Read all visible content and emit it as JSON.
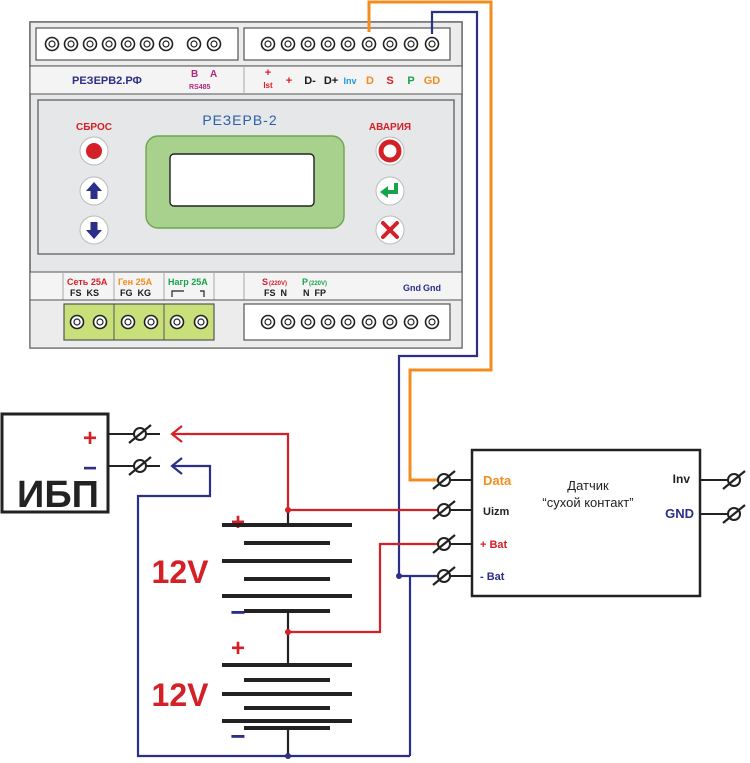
{
  "device": {
    "site": "РЕЗЕРВ2.РФ",
    "name": "РЕЗЕРВ-2",
    "rs485": {
      "b": "B",
      "a": "A",
      "label": "RS485"
    },
    "top_terminals": [
      {
        "line1": "+",
        "line2": "Ist",
        "color": "#d42027"
      },
      {
        "line1": "+",
        "line2": "",
        "color": "#d42027"
      },
      {
        "line1": "D-",
        "line2": "",
        "color": "#1a1a1a"
      },
      {
        "line1": "D+",
        "line2": "",
        "color": "#1a1a1a"
      },
      {
        "line1": "Inv",
        "line2": "",
        "color": "#1e9ad6"
      },
      {
        "line1": "D",
        "line2": "",
        "color": "#f28c1c"
      },
      {
        "line1": "S",
        "line2": "",
        "color": "#d42027"
      },
      {
        "line1": "P",
        "line2": "",
        "color": "#17a34a"
      },
      {
        "line1": "GD",
        "line2": "",
        "color": "#f28c1c"
      }
    ],
    "reset_label": "СБРОС",
    "alarm_label": "АВАРИЯ",
    "bottom_groups": [
      {
        "title": "Сеть 25A",
        "pins": "FS  KS",
        "color": "#d42027"
      },
      {
        "title": "Ген 25A",
        "pins": "FG  KG",
        "color": "#f28c1c"
      },
      {
        "title": "Нагр 25A",
        "pins": "",
        "color": "#17a34a"
      }
    ],
    "s_label": "S",
    "s_volt": "(220V)",
    "s_pins": "FS  N",
    "p_label": "P",
    "p_volt": "(220V)",
    "p_pins": "N  FP",
    "gnd1": "Gnd",
    "gnd2": "Gnd"
  },
  "ups": {
    "label": "ИБП",
    "plus": "+",
    "minus": "−"
  },
  "batteries": [
    {
      "label": "12V",
      "plus": "+",
      "minus": "−"
    },
    {
      "label": "12V",
      "plus": "+",
      "minus": "−"
    }
  ],
  "sensor": {
    "title_line1": "Датчик",
    "title_line2": "“сухой контакт”",
    "pin_data": "Data",
    "pin_uizm": "Uizm",
    "pin_bat_plus": "+ Bat",
    "pin_bat_minus": "- Bat",
    "pin_inv": "Inv",
    "pin_gnd": "GND"
  },
  "colors": {
    "red": "#d42027",
    "blue": "#2b2f87",
    "orange": "#f28c1c",
    "green_term": "#c8df7a",
    "lcd_frame": "#a8d18d",
    "device_bg": "#e6e7e8"
  }
}
